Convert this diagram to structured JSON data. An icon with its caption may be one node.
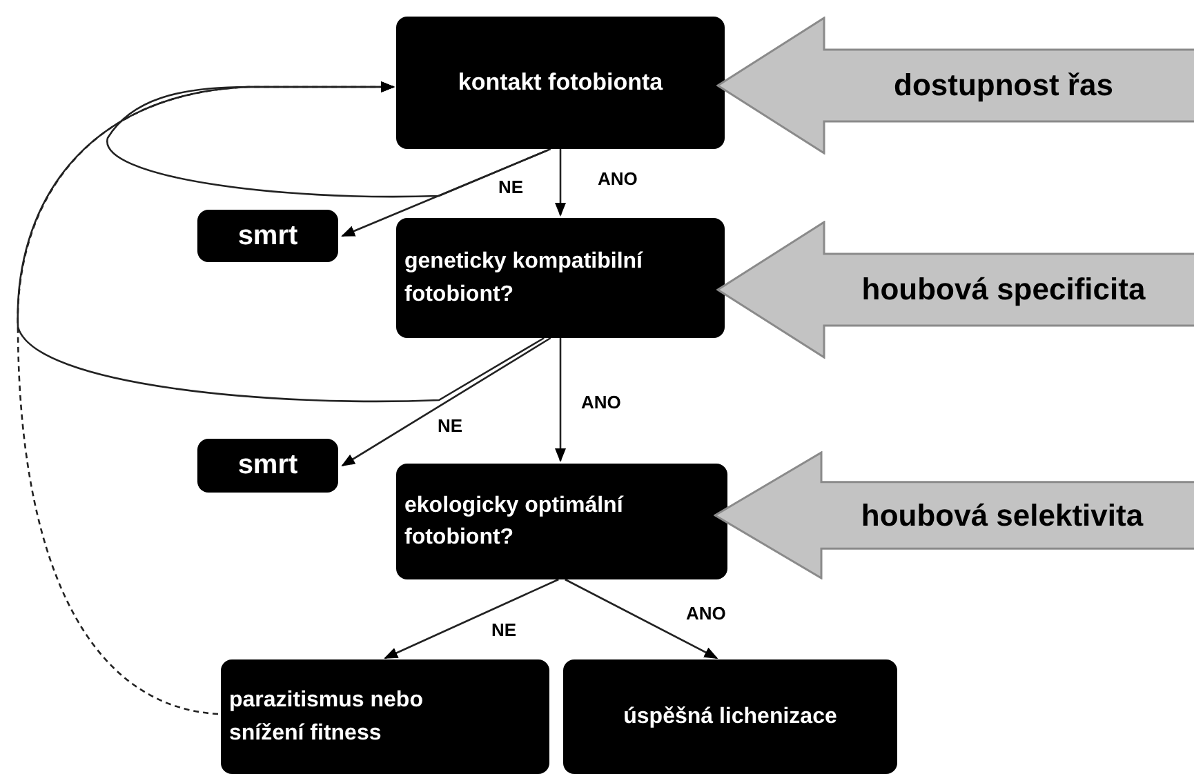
{
  "diagram": {
    "nodes": [
      {
        "text": [
          "kontakt fotobionta"
        ]
      },
      {
        "text": [
          "dostupnost řas"
        ]
      },
      {
        "text": [
          "smrt"
        ]
      },
      {
        "text": [
          "geneticky kompatibilní fotobiont?"
        ]
      },
      {
        "text": [
          "houbová specificita"
        ]
      },
      {
        "text": [
          "smrt"
        ]
      },
      {
        "text": [
          "ekologicky optimální fotobiont?"
        ]
      },
      {
        "text": [
          "houbová selektivita"
        ]
      },
      {
        "text": [
          "parazitismus nebo snížení fitness"
        ]
      },
      {
        "text": [
          "úspěšná lichenizace"
        ]
      }
    ],
    "edges": [
      {
        "from": 0,
        "to": 3,
        "arrow": "to",
        "label": "ANO"
      },
      {
        "from": 0,
        "to": 2,
        "arrow": "to",
        "label": "NE"
      },
      {
        "from": 0,
        "to": 0,
        "arrow": "to"
      },
      {
        "from": 3,
        "to": 0,
        "arrow": "to"
      },
      {
        "from": 3,
        "to": 5,
        "arrow": "to",
        "label": "NE"
      },
      {
        "from": 3,
        "to": 6,
        "arrow": "to",
        "label": "ANO"
      },
      {
        "from": 6,
        "to": 8,
        "arrow": "to",
        "label": "NE"
      },
      {
        "from": 6,
        "to": 9,
        "arrow": "to",
        "label": "ANO"
      },
      {
        "from": 8,
        "to": 0,
        "arrow": "to",
        "style": "dashed"
      }
    ]
  }
}
